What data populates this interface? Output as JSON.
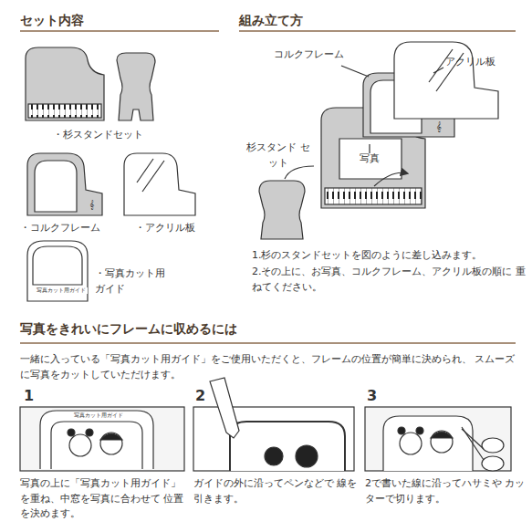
{
  "diagram": {
    "labels": [
      "セット内容",
      "組み立て方",
      "・杉スタンドセット",
      "・コルクフレーム",
      "・アクリル板",
      "・写真カット用 ガイド",
      "コルクフレーム",
      "アクリル板",
      "写真",
      "杉スタンド セット",
      "1.杉のスタンドセットを図のように差し込みます。",
      "2.その上に、お写真、コルクフレーム、アクリル板の順に 重ねてください。",
      "写真をきれいにフレームに収めるには",
      "一緒に入っている「写真カット用ガイド」をご使用いただくと、フレームの位置が簡単に決められ、 スムーズに写真をカットしていただけます。",
      "1",
      "2",
      "3",
      "写真の上に「写真カット用ガイド」 を重ね、中窓を写真に合わせて 位置を決めます。",
      "ガイドの外に沿ってペンなどで 線を引きます。",
      "2で書いた線に沿ってハサミや カッターで切ります。",
      "写真カット用ガイド",
      "写真カット用ガイド"
    ]
  }
}
